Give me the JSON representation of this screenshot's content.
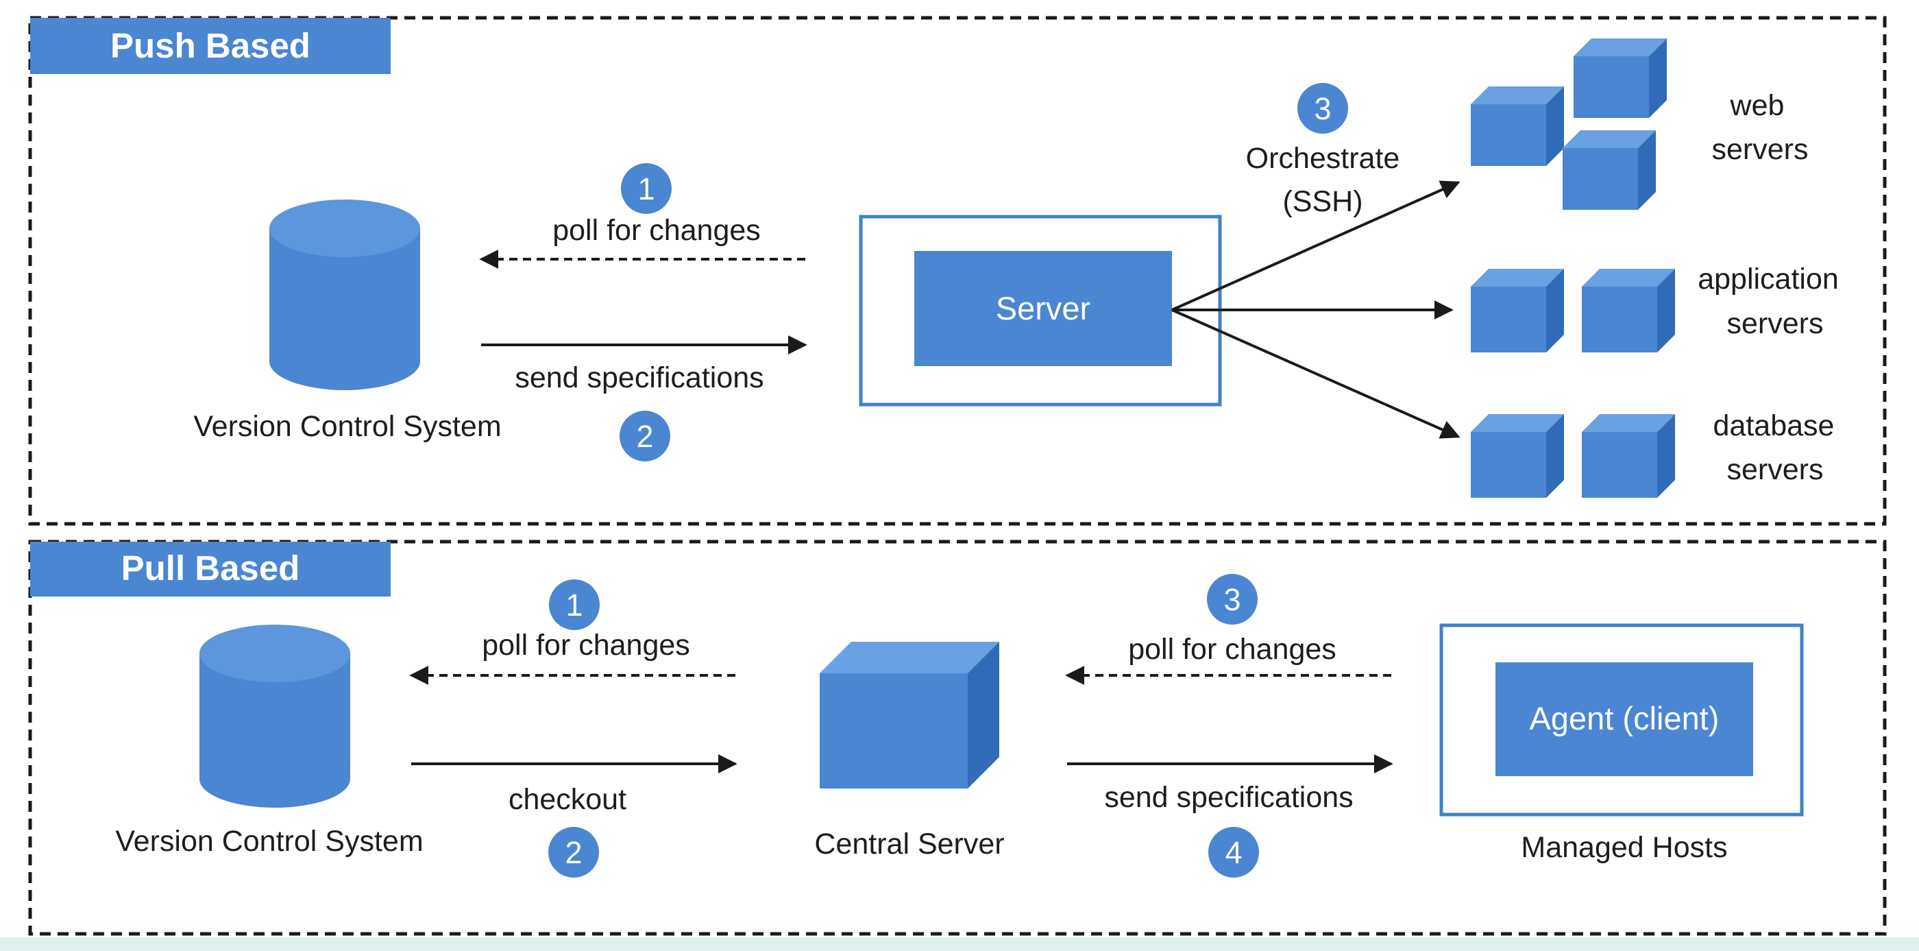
{
  "colors": {
    "primary_blue": "#4a86d2",
    "cube_top": "#6aa1e2",
    "cube_side": "#2f6bb8",
    "cyl_top": "#5c96dd",
    "frame_border": "#3f82c6",
    "dashed_border": "#1a1a1a",
    "text": "#1d1d1d",
    "bottom_strip": "#dff0ef"
  },
  "push": {
    "title": "Push Based",
    "vcs_label": "Version Control System",
    "arrow_top_label": "poll for changes",
    "arrow_top_badge": "1",
    "arrow_bottom_label": "send specifications",
    "arrow_bottom_badge": "2",
    "server_label": "Server",
    "orchestrate_badge": "3",
    "orchestrate_line1": "Orchestrate",
    "orchestrate_line2": "(SSH)",
    "web_line1": "web",
    "web_line2": "servers",
    "app_line1": "application",
    "app_line2": "servers",
    "db_line1": "database",
    "db_line2": "servers"
  },
  "pull": {
    "title": "Pull Based",
    "vcs_label": "Version Control System",
    "left_top_label": "poll for changes",
    "left_top_badge": "1",
    "left_bottom_label": "checkout",
    "left_bottom_badge": "2",
    "central_label": "Central Server",
    "right_top_label": "poll for changes",
    "right_top_badge": "3",
    "right_bottom_label": "send specifications",
    "right_bottom_badge": "4",
    "agent_label": "Agent (client)",
    "hosts_label": "Managed Hosts"
  }
}
